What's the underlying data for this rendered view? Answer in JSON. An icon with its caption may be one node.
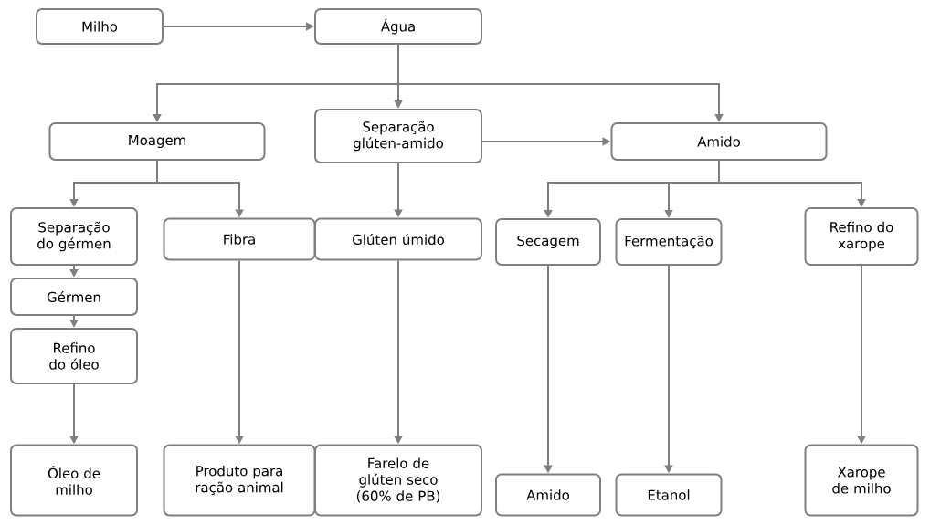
{
  "diagram": {
    "nodes": [
      {
        "text": [
          "Milho"
        ]
      },
      {
        "text": [
          "Água"
        ]
      },
      {
        "text": [
          "Moagem"
        ]
      },
      {
        "text": [
          "Separação glúten-amido"
        ]
      },
      {
        "text": [
          "Amido"
        ]
      },
      {
        "text": [
          "Separação do gérmen"
        ]
      },
      {
        "text": [
          "Fibra"
        ]
      },
      {
        "text": [
          "Glúten úmido"
        ]
      },
      {
        "text": [
          "Secagem"
        ]
      },
      {
        "text": [
          "Fermentação"
        ]
      },
      {
        "text": [
          "Refino do xarope"
        ]
      },
      {
        "text": [
          "Gérmen"
        ]
      },
      {
        "text": [
          "Refino do óleo"
        ]
      },
      {
        "text": [
          "Óleo de milho"
        ]
      },
      {
        "text": [
          "Produto para ração animal"
        ]
      },
      {
        "text": [
          "Farelo de glúten seco (60% de PB)"
        ]
      },
      {
        "text": [
          "Amido"
        ]
      },
      {
        "text": [
          "Etanol"
        ]
      },
      {
        "text": [
          "Xarope de milho"
        ]
      }
    ],
    "edges": [
      {
        "from": 0,
        "to": 1,
        "arrow": "to"
      },
      {
        "from": 1,
        "to": 2,
        "arrow": "to"
      },
      {
        "from": 1,
        "to": 3,
        "arrow": "to"
      },
      {
        "from": 1,
        "to": 4,
        "arrow": "to"
      },
      {
        "from": 3,
        "to": 4,
        "arrow": "to"
      },
      {
        "from": 2,
        "to": 5,
        "arrow": "to"
      },
      {
        "from": 2,
        "to": 6,
        "arrow": "to"
      },
      {
        "from": 3,
        "to": 7,
        "arrow": "to"
      },
      {
        "from": 4,
        "to": 8,
        "arrow": "to"
      },
      {
        "from": 4,
        "to": 9,
        "arrow": "to"
      },
      {
        "from": 4,
        "to": 10,
        "arrow": "to"
      },
      {
        "from": 5,
        "to": 11,
        "arrow": "to"
      },
      {
        "from": 11,
        "to": 12,
        "arrow": "to"
      },
      {
        "from": 12,
        "to": 13,
        "arrow": "to"
      },
      {
        "from": 6,
        "to": 14,
        "arrow": "to"
      },
      {
        "from": 7,
        "to": 15,
        "arrow": "to"
      },
      {
        "from": 8,
        "to": 16,
        "arrow": "to"
      },
      {
        "from": 9,
        "to": 17,
        "arrow": "to"
      },
      {
        "from": 10,
        "to": 18,
        "arrow": "to"
      }
    ]
  }
}
